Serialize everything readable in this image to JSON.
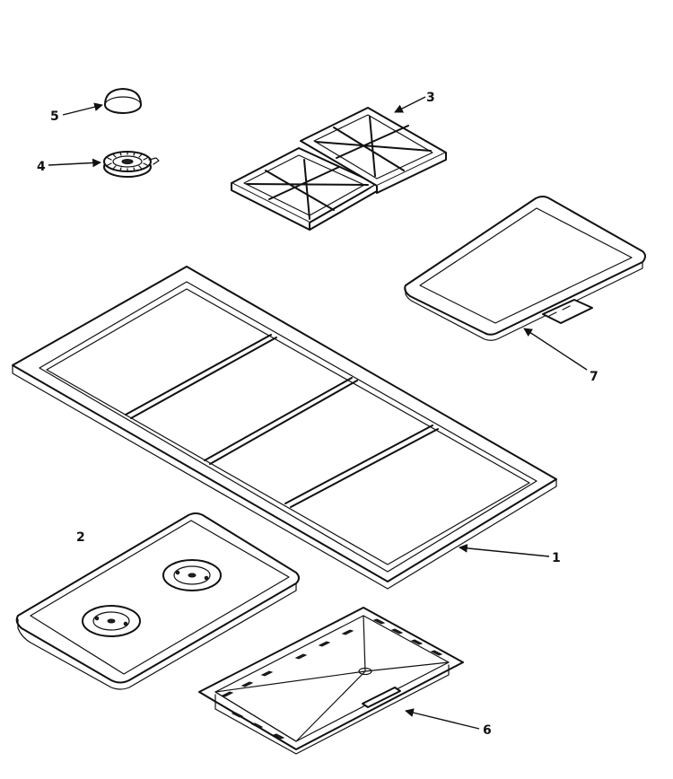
{
  "diagram": {
    "parts": [
      {
        "key": "p1",
        "label": "1",
        "name": "cooktop-frame"
      },
      {
        "key": "p2",
        "label": "2",
        "name": "burner-pan"
      },
      {
        "key": "p3",
        "label": "3",
        "name": "burner-grates"
      },
      {
        "key": "p4",
        "label": "4",
        "name": "burner-head"
      },
      {
        "key": "p5",
        "label": "5",
        "name": "burner-cap"
      },
      {
        "key": "p6",
        "label": "6",
        "name": "drip-tray"
      },
      {
        "key": "p7",
        "label": "7",
        "name": "griddle-cover"
      }
    ],
    "colors": {
      "ink": "#111111",
      "background": "#ffffff"
    }
  }
}
